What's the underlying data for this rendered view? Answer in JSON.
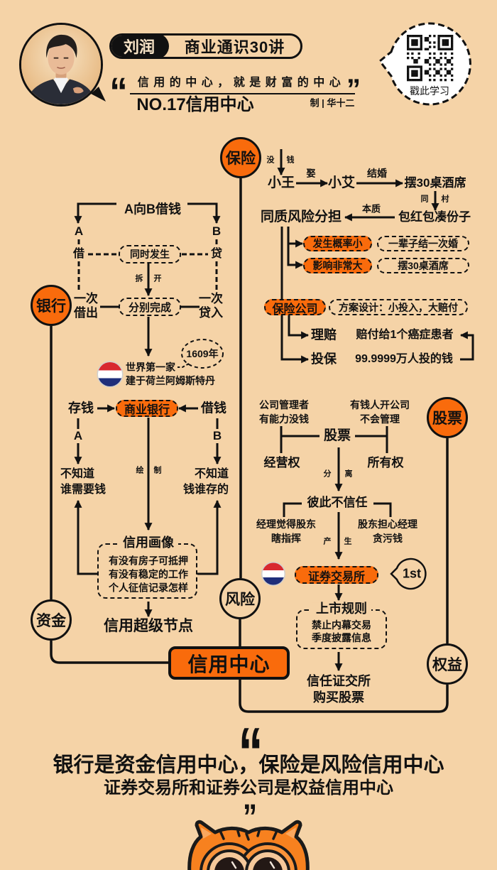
{
  "header": {
    "author": "刘润",
    "series": "商业通识30讲",
    "quote_open": "“",
    "quote_text": "信用的中心，就是财富的中心",
    "quote_close": "”",
    "episode": "NO.17信用中心",
    "credit": "制 | 华十二",
    "qr_caption": "戳此学习"
  },
  "pillars": {
    "bank": "银行",
    "capital": "资金",
    "insurance": "保险",
    "risk": "风险",
    "stock": "股票",
    "equity": "权益",
    "hub": "信用中心"
  },
  "bank": {
    "title": "A向B借钱",
    "party_a": "A",
    "party_b": "B",
    "borrow": "借",
    "lend": "贷",
    "simultaneous": "同时发生",
    "split": [
      "拆",
      "开"
    ],
    "lend_out": [
      "一次",
      "借出"
    ],
    "take_in": [
      "一次",
      "贷入"
    ],
    "separately": "分别完成",
    "year": "1609年",
    "first_bank": [
      "世界第一家",
      "建于荷兰阿姆斯特丹"
    ],
    "deposit": "存钱",
    "commercial_bank": "商业银行",
    "loan": "借钱",
    "depositor": "A",
    "borrower": "B",
    "depositor_unknown": [
      "不知道",
      "谁需要钱"
    ],
    "borrower_unknown": [
      "不知道",
      "钱谁存的"
    ],
    "draw": [
      "绘",
      "制"
    ],
    "profile_title": "信用画像",
    "profile_items": [
      "有没有房子可抵押",
      "有没有稳定的工作",
      "个人征信记录怎样"
    ],
    "super_node": "信用超级节点"
  },
  "insurance": {
    "no_money": [
      "没",
      "钱"
    ],
    "groom": "小王",
    "marry": "娶",
    "bride": "小艾",
    "wedding": "结婚",
    "banquet": "摆30桌酒席",
    "village": [
      "同",
      "村"
    ],
    "red_envelope": "包红包凑份子",
    "essence": "本质",
    "risk_sharing": "同质风险分担",
    "low_probability": "发生概率小",
    "low_probability_example": "一辈子结一次婚",
    "high_impact": "影响非常大",
    "high_impact_example": "摆30桌酒席",
    "company": "保险公司",
    "design": "方案设计：小投入，大赔付",
    "claim": "理赔",
    "claim_detail": "赔付给1个癌症患者",
    "insure": "投保",
    "insure_detail": "99.9999万人投的钱"
  },
  "stock": {
    "manager": [
      "公司管理者",
      "有能力没钱"
    ],
    "owner": [
      "有钱人开公司",
      "不会管理"
    ],
    "shares": "股票",
    "management_right": "经营权",
    "ownership": "所有权",
    "separation": [
      "分",
      "离"
    ],
    "distrust": "彼此不信任",
    "manager_view": [
      "经理觉得股东",
      "瞎指挥"
    ],
    "owner_view": [
      "股东担心经理",
      "贪污钱"
    ],
    "produce": [
      "产",
      "生"
    ],
    "exchange": "证券交易所",
    "first_badge": "1st",
    "listing_rules_title": "上市规则",
    "listing_rules": [
      "禁止内幕交易",
      "季度披露信息"
    ],
    "trust": [
      "信任证交所",
      "购买股票"
    ]
  },
  "conclusion": {
    "quote_open": "“",
    "line1": "银行是资金信用中心，保险是风险信用中心",
    "line2": "证券交易所和证券公司是权益信用中心",
    "quote_close": "”"
  },
  "colors": {
    "background": "#F5D3A7",
    "accent": "#F96B0C",
    "ink": "#111111",
    "flag_red": "#D8282F",
    "flag_blue": "#1F2E7A"
  }
}
